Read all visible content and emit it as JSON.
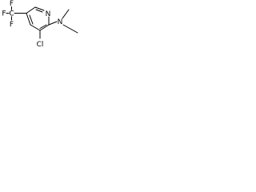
{
  "molecule": {
    "atoms": {
      "f_top": "F",
      "f_left": "F",
      "f_bottom": "F",
      "c_cf3": "C",
      "ring_n": "N",
      "amine_n": "N",
      "cl": "Cl"
    }
  }
}
